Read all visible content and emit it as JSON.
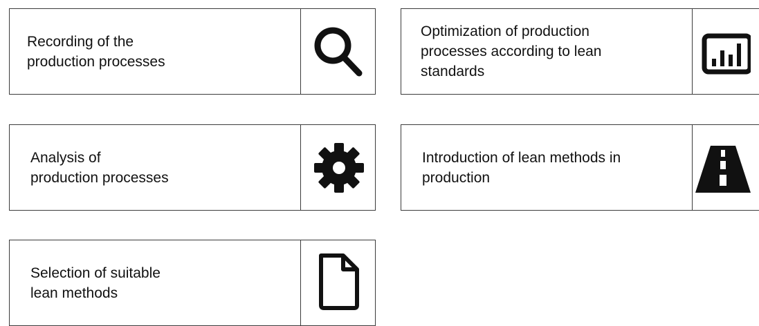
{
  "steps_left": [
    {
      "label": "Recording of the\nproduction processes",
      "icon": "search-icon"
    },
    {
      "label": "Analysis of\nproduction processes",
      "icon": "gear-icon"
    },
    {
      "label": "Selection of suitable\nlean methods",
      "icon": "document-icon"
    }
  ],
  "steps_right": [
    {
      "label": "Optimization of production\nprocesses according to lean\nstandards",
      "icon": "bar-chart-icon"
    },
    {
      "label": "Introduction of lean methods in\nproduction",
      "icon": "road-icon"
    }
  ]
}
